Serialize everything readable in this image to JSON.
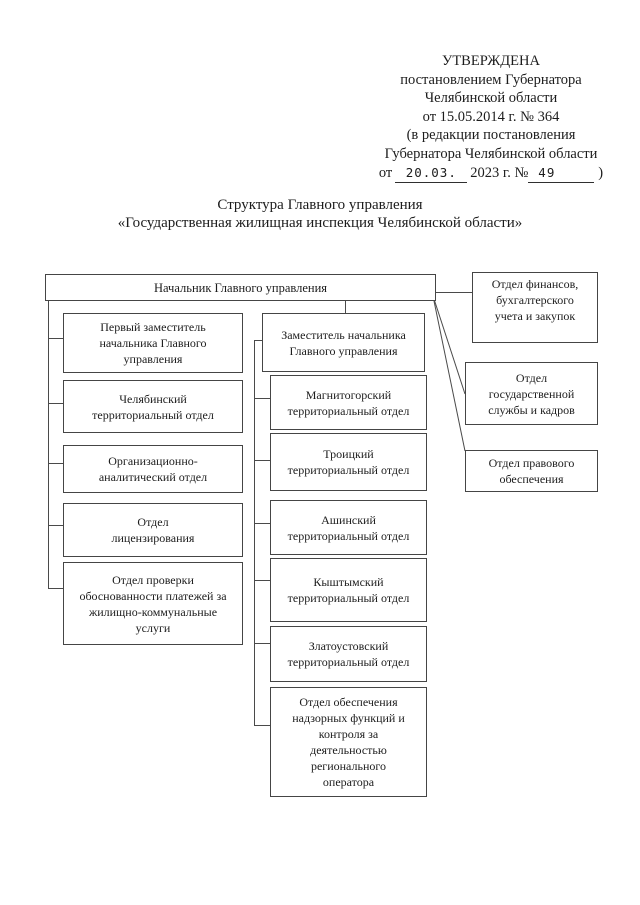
{
  "approval_block": {
    "lines": [
      "УТВЕРЖДЕНА",
      "постановлением Губернатора",
      "Челябинской области",
      "от 15.05.2014 г. № 364",
      "(в редакции постановления",
      "Губернатора Челябинской области"
    ],
    "amendment": {
      "prefix": "от",
      "date_value": "20.03.",
      "middle": "2023 г. №",
      "number_value": "49",
      "suffix": ")"
    }
  },
  "title": {
    "line1": "Структура Главного управления",
    "line2": "«Государственная жилищная инспекция Челябинской области»"
  },
  "org_chart": {
    "head": "Начальник Главного управления",
    "left": [
      "Первый заместитель\nначальника Главного\nуправления",
      "Челябинский\nтерриториальный отдел",
      "Организационно-\nаналитический отдел",
      "Отдел\nлицензирования",
      "Отдел проверки\nобоснованности платежей за\nжилищно-коммунальные\nуслуги"
    ],
    "middle": [
      "Заместитель начальника\nГлавного управления",
      "Магнитогорский\nтерриториальный отдел",
      "Троицкий\nтерриториальный отдел",
      "Ашинский\nтерриториальный отдел",
      "Кыштымский\nтерриториальный отдел",
      "Златоустовский\nтерриториальный отдел",
      "Отдел обеспечения\nнадзорных функций и\nконтроля за\nдеятельностью\nрегионального\nоператора"
    ],
    "right": [
      "Отдел финансов,\nбухгалтерского\nучета и закупок",
      "Отдел\nгосударственной\nслужбы и кадров",
      "Отдел правового\nобеспечения"
    ]
  },
  "colors": {
    "ink": "#1c1c1c",
    "box_border": "#454545",
    "connector_line": "#4a4a4a",
    "background": "#ffffff"
  }
}
